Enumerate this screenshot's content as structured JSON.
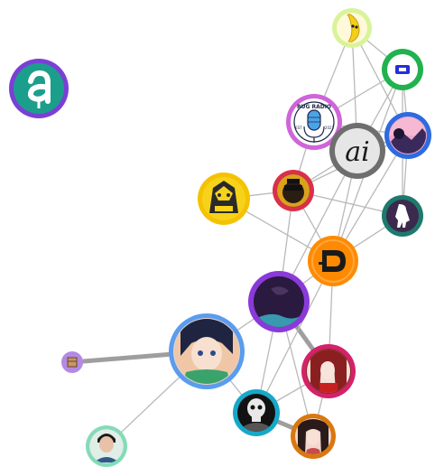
{
  "graph": {
    "nodes": [
      {
        "id": "a-logo",
        "icon": "letter-a-logo",
        "ring": "#7b3fd6",
        "fill": "#1c9e8d"
      },
      {
        "id": "banana",
        "icon": "banana-character",
        "ring": "#d9f39a",
        "fill": "#fff8d9"
      },
      {
        "id": "green-token",
        "icon": "ticket-icon",
        "ring": "#20b24f",
        "fill": "#ffffff"
      },
      {
        "id": "rug-radio",
        "icon": "microphone-logo",
        "ring": "#d064d9",
        "fill": "#ffffff",
        "label_top": "RUG RADIO",
        "label_left": "EST",
        "label_right": "2021"
      },
      {
        "id": "ai-logo",
        "icon": "ai-text-logo",
        "ring": "#6e6e6e",
        "fill": "#e6e6e6",
        "label": "ai"
      },
      {
        "id": "pink-landscape",
        "icon": "landscape-avatar",
        "ring": "#2d6be0",
        "fill": "#f4a6c8"
      },
      {
        "id": "yellow-creature",
        "icon": "creature-avatar",
        "ring": "#f4c200",
        "fill": "#f7d21b"
      },
      {
        "id": "ape-avatar",
        "icon": "ape-avatar",
        "ring": "#d9304a",
        "fill": "#1a1a1a"
      },
      {
        "id": "bigfoot",
        "icon": "bigfoot-icon",
        "ring": "#1d7a6c",
        "fill": "#3b2a4d"
      },
      {
        "id": "d-logo",
        "icon": "letter-d-logo",
        "ring": "#ff8a00",
        "fill": "#ff8a00"
      },
      {
        "id": "dark-purple",
        "icon": "dark-artwork",
        "ring": "#8a3ad9",
        "fill": "#2a1a3f"
      },
      {
        "id": "anime-girl",
        "icon": "anime-portrait",
        "ring": "#5a9cef",
        "fill": "#e9d3c4"
      },
      {
        "id": "small-box",
        "icon": "box-icon",
        "ring": "#b38ae3",
        "fill": "#c79664"
      },
      {
        "id": "red-hair-anime",
        "icon": "redhead-portrait",
        "ring": "#d4226a",
        "fill": "#8a2a2a"
      },
      {
        "id": "skull-avatar",
        "icon": "skull-avatar",
        "ring": "#16a8c9",
        "fill": "#121212"
      },
      {
        "id": "woman-portrait",
        "icon": "woman-portrait",
        "ring": "#d9780f",
        "fill": "#f2d6cc"
      },
      {
        "id": "man-portrait",
        "icon": "man-portrait",
        "ring": "#83dcb8",
        "fill": "#3b6f5c"
      }
    ],
    "edges": [
      [
        "banana",
        "green-token"
      ],
      [
        "banana",
        "rug-radio"
      ],
      [
        "banana",
        "ai-logo"
      ],
      [
        "banana",
        "pink-landscape"
      ],
      [
        "green-token",
        "rug-radio"
      ],
      [
        "green-token",
        "ai-logo"
      ],
      [
        "green-token",
        "pink-landscape"
      ],
      [
        "green-token",
        "bigfoot"
      ],
      [
        "green-token",
        "d-logo"
      ],
      [
        "rug-radio",
        "ai-logo"
      ],
      [
        "rug-radio",
        "ape-avatar"
      ],
      [
        "rug-radio",
        "pink-landscape"
      ],
      [
        "ai-logo",
        "pink-landscape"
      ],
      [
        "ai-logo",
        "ape-avatar"
      ],
      [
        "ai-logo",
        "d-logo"
      ],
      [
        "ai-logo",
        "dark-purple"
      ],
      [
        "pink-landscape",
        "ape-avatar"
      ],
      [
        "pink-landscape",
        "bigfoot"
      ],
      [
        "pink-landscape",
        "d-logo"
      ],
      [
        "ape-avatar",
        "yellow-creature"
      ],
      [
        "ape-avatar",
        "bigfoot"
      ],
      [
        "ape-avatar",
        "d-logo"
      ],
      [
        "ape-avatar",
        "dark-purple"
      ],
      [
        "yellow-creature",
        "d-logo"
      ],
      [
        "bigfoot",
        "d-logo"
      ],
      [
        "d-logo",
        "dark-purple"
      ],
      [
        "d-logo",
        "red-hair-anime"
      ],
      [
        "dark-purple",
        "anime-girl"
      ],
      [
        "dark-purple",
        "red-hair-anime"
      ],
      [
        "dark-purple",
        "skull-avatar"
      ],
      [
        "dark-purple",
        "woman-portrait"
      ],
      [
        "anime-girl",
        "man-portrait"
      ],
      [
        "anime-girl",
        "skull-avatar"
      ],
      [
        "red-hair-anime",
        "skull-avatar"
      ],
      [
        "red-hair-anime",
        "woman-portrait"
      ],
      [
        "skull-avatar",
        "woman-portrait"
      ],
      [
        "d-logo",
        "skull-avatar"
      ]
    ],
    "strong_edges": [
      [
        "small-box",
        "anime-girl"
      ],
      [
        "skull-avatar",
        "woman-portrait"
      ],
      [
        "dark-purple",
        "red-hair-anime"
      ]
    ]
  }
}
